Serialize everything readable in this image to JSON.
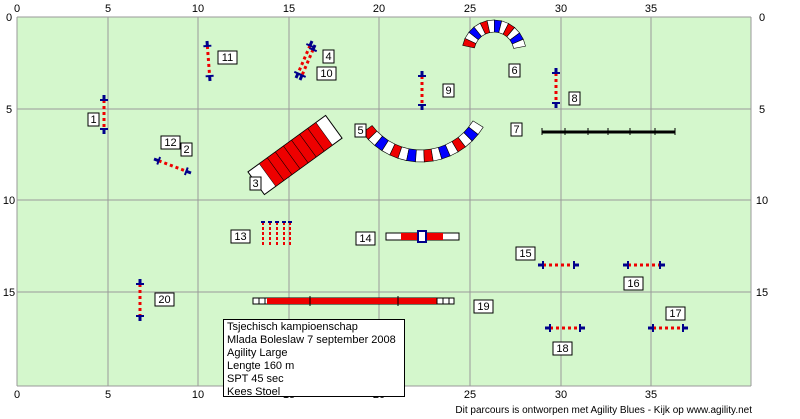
{
  "colors": {
    "field": "#d4f7cc",
    "grid": "#9a9a9a",
    "red": "#ee0000",
    "blue": "#0000ff",
    "navy": "#00008b",
    "white": "#ffffff"
  },
  "axes": {
    "x_ticks": [
      "0",
      "5",
      "10",
      "15",
      "20",
      "25",
      "30",
      "35"
    ],
    "y_ticks": [
      "0",
      "5",
      "10",
      "15"
    ]
  },
  "obstacle_numbers": [
    "1",
    "2",
    "3",
    "4",
    "5",
    "6",
    "7",
    "8",
    "9",
    "10",
    "11",
    "12",
    "13",
    "14",
    "19",
    "15",
    "16",
    "17",
    "18",
    "20"
  ],
  "info": {
    "lines": [
      "Tsjechisch kampioenschap",
      "Mlada Boleslaw 7 september 2008",
      "Agility Large",
      "Lengte 160 m",
      "SPT 45 sec",
      "Kees Stoel"
    ]
  },
  "footer": "Dit parcours is ontworpen met Agility Blues - Kijk op www.agility.net"
}
